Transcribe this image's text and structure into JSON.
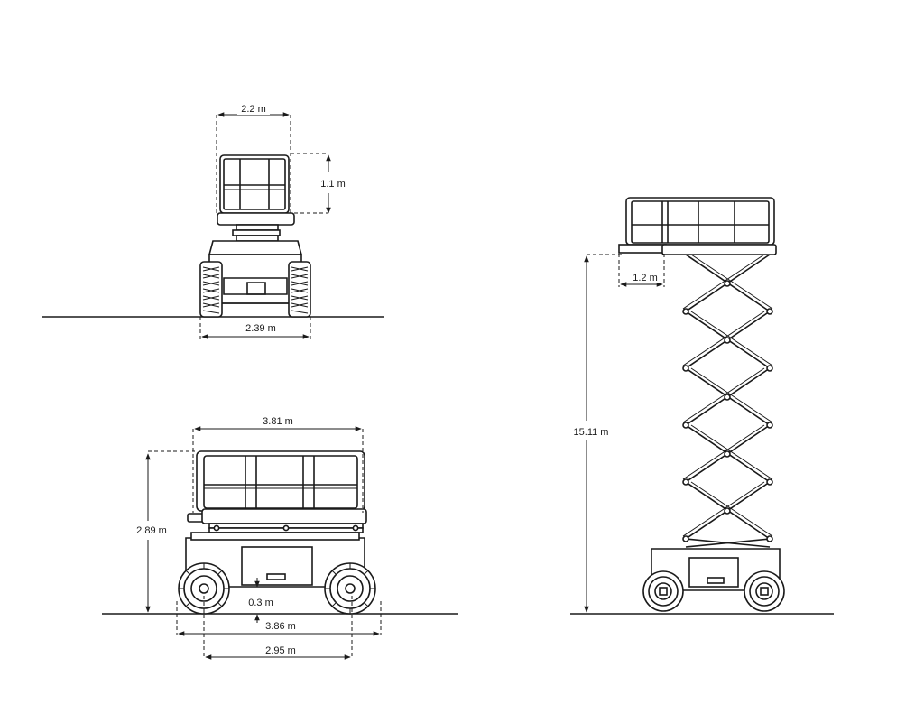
{
  "front_view": {
    "platform_width": "2.2 m",
    "guardrail_height": "1.1 m",
    "track_width": "2.39 m"
  },
  "side_view": {
    "platform_length": "3.81 m",
    "stowed_height": "2.89 m",
    "ground_clearance": "0.3 m",
    "overall_length": "3.86 m",
    "wheelbase": "2.95 m"
  },
  "elevated_view": {
    "platform_height": "15.11 m",
    "extension_deck": "1.2 m"
  }
}
